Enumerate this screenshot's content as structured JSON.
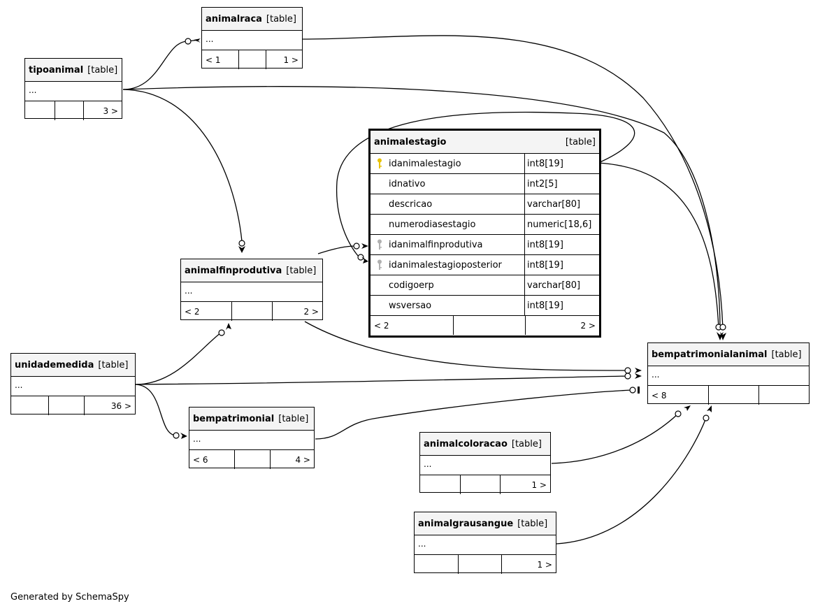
{
  "table_type_label": "[table]",
  "dots": "...",
  "credit": "Generated by SchemaSpy",
  "tables": {
    "animalraca": {
      "name": "animalraca",
      "parents": "< 1",
      "children": "1 >"
    },
    "tipoanimal": {
      "name": "tipoanimal",
      "parents": "",
      "children": "3 >"
    },
    "animalfinprodutiva": {
      "name": "animalfinprodutiva",
      "parents": "< 2",
      "children": "2 >"
    },
    "unidademedida": {
      "name": "unidademedida",
      "parents": "",
      "children": "36 >"
    },
    "bempatrimonial": {
      "name": "bempatrimonial",
      "parents": "< 6",
      "children": "4 >"
    },
    "bempatrimonialanimal": {
      "name": "bempatrimonialanimal",
      "parents": "< 8",
      "children": ""
    },
    "animalcoloracao": {
      "name": "animalcoloracao",
      "parents": "",
      "children": "1 >"
    },
    "animalgrausangue": {
      "name": "animalgrausangue",
      "parents": "",
      "children": "1 >"
    }
  },
  "focus_table": {
    "name": "animalestagio",
    "parents": "< 2",
    "children": "2 >",
    "columns": [
      {
        "name": "idanimalestagio",
        "type": "int8[19]",
        "key": "primary"
      },
      {
        "name": "idnativo",
        "type": "int2[5]",
        "key": ""
      },
      {
        "name": "descricao",
        "type": "varchar[80]",
        "key": ""
      },
      {
        "name": "numerodiasestagio",
        "type": "numeric[18,6]",
        "key": ""
      },
      {
        "name": "idanimalfinprodutiva",
        "type": "int8[19]",
        "key": "foreign"
      },
      {
        "name": "idanimalestagioposterior",
        "type": "int8[19]",
        "key": "foreign"
      },
      {
        "name": "codigoerp",
        "type": "varchar[80]",
        "key": ""
      },
      {
        "name": "wsversao",
        "type": "int8[19]",
        "key": ""
      }
    ]
  },
  "colors": {
    "primary_key": "#e8c200",
    "foreign_key": "#b0b0b0",
    "header_bg": "#f4f4f4"
  }
}
